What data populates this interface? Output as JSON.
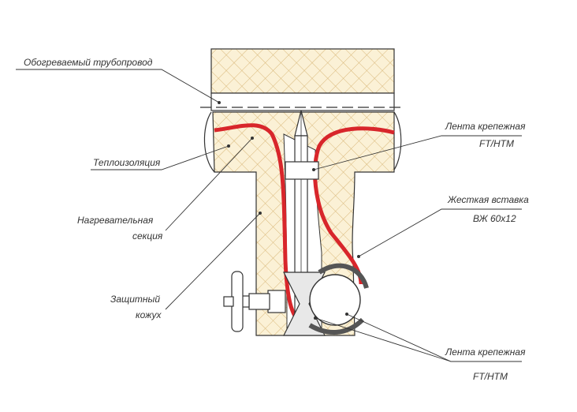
{
  "labels": {
    "heated_pipe": "Обогреваемый трубопровод",
    "insulation": "Теплоизоляция",
    "heating_section_line1": "Нагревательная",
    "heating_section_line2": "секция",
    "protective_cover_line1": "Защитный",
    "protective_cover_line2": "кожух",
    "band_top_line1": "Лента крепежная",
    "band_top_line2": "FT/HTM",
    "insert_line1": "Жесткая вставка",
    "insert_line2": "ВЖ 60х12",
    "band_bottom_line1": "Лента крепежная",
    "band_bottom_line2": "FT/HTM"
  },
  "colors": {
    "insulation_fill": "#fbf1d6",
    "hatch": "#d9b87a",
    "heating_cable": "#d8262b",
    "outline": "#333333",
    "label_text": "#333333",
    "metal": "#e8e8e8"
  }
}
